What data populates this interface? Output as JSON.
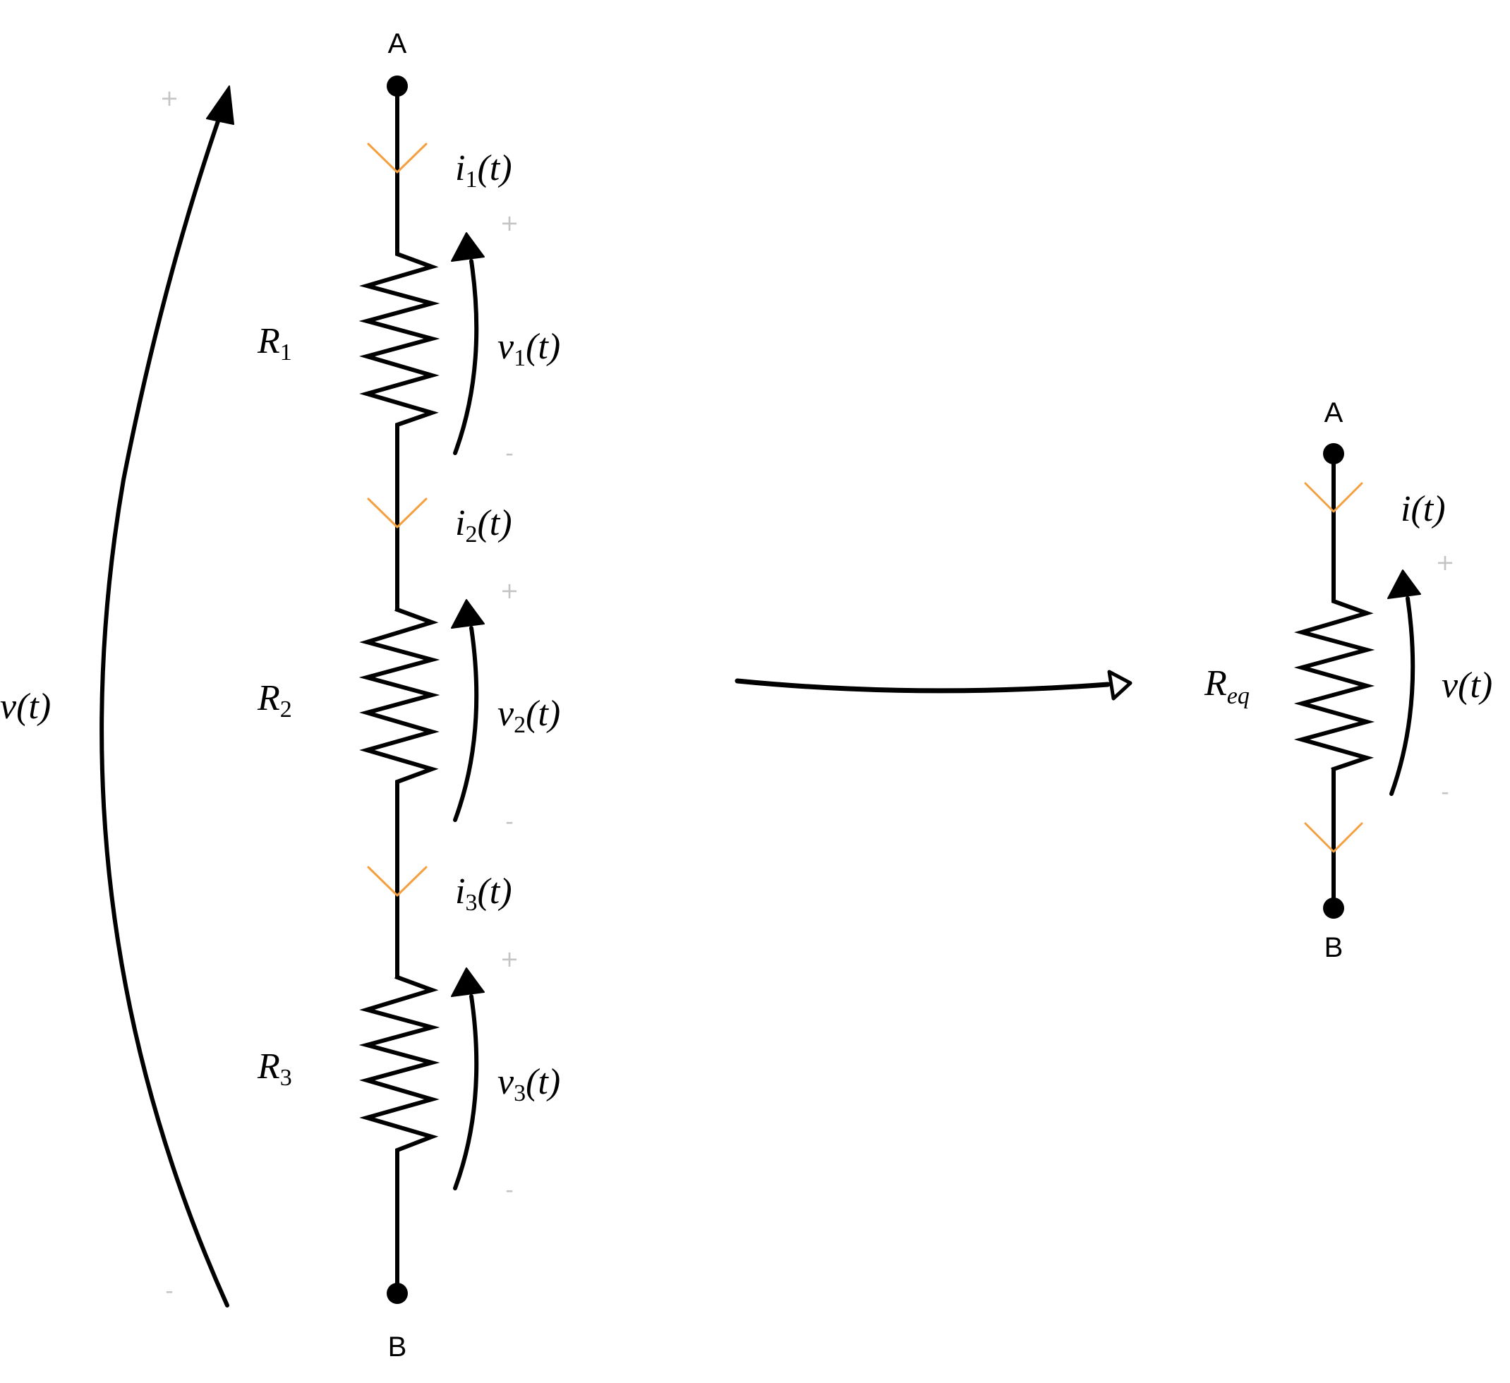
{
  "series_circuit": {
    "node_top": "A",
    "node_bottom": "B",
    "total_voltage": {
      "name": "v",
      "arg": "(t)",
      "plus": "+",
      "minus": "-"
    },
    "stages": [
      {
        "resistor": {
          "name": "R",
          "sub": "1"
        },
        "current": {
          "name": "i",
          "sub": "1",
          "arg": "(t)"
        },
        "voltage": {
          "name": "v",
          "sub": "1",
          "arg": "(t)"
        },
        "plus": "+",
        "minus": "-"
      },
      {
        "resistor": {
          "name": "R",
          "sub": "2"
        },
        "current": {
          "name": "i",
          "sub": "2",
          "arg": "(t)"
        },
        "voltage": {
          "name": "v",
          "sub": "2",
          "arg": "(t)"
        },
        "plus": "+",
        "minus": "-"
      },
      {
        "resistor": {
          "name": "R",
          "sub": "3"
        },
        "current": {
          "name": "i",
          "sub": "3",
          "arg": "(t)"
        },
        "voltage": {
          "name": "v",
          "sub": "3",
          "arg": "(t)"
        },
        "plus": "+",
        "minus": "-"
      }
    ]
  },
  "equivalent_circuit": {
    "node_top": "A",
    "node_bottom": "B",
    "resistor": {
      "name": "R",
      "sub": "eq"
    },
    "current": {
      "name": "i",
      "arg": "(t)"
    },
    "voltage": {
      "name": "v",
      "arg": "(t)",
      "plus": "+",
      "minus": "-"
    }
  },
  "colors": {
    "wire": "#000000",
    "current_arrow": "#f5a040",
    "polarity_sign": "#c4c4c4"
  }
}
